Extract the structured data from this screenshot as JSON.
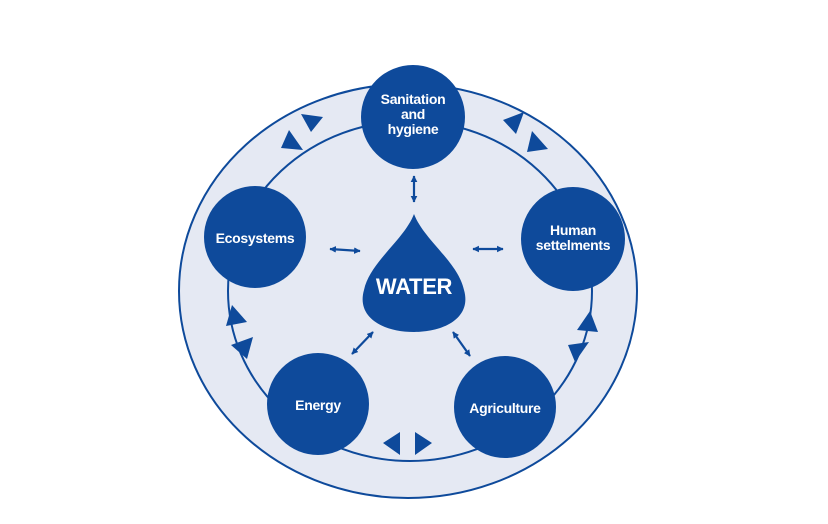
{
  "colors": {
    "node_fill": "#0e4a9b",
    "background_fill": "#e5e9f3",
    "outline": "#0e4a9b"
  },
  "center": {
    "label": "WATER"
  },
  "nodes": {
    "sanitation": {
      "line1": "Sanitation",
      "line2": "and",
      "line3": "hygiene"
    },
    "human_settlements": {
      "line1": "Human",
      "line2": "settelments"
    },
    "agriculture": {
      "label": "Agriculture"
    },
    "energy": {
      "label": "Energy"
    },
    "ecosystems": {
      "label": "Ecosystems"
    }
  }
}
